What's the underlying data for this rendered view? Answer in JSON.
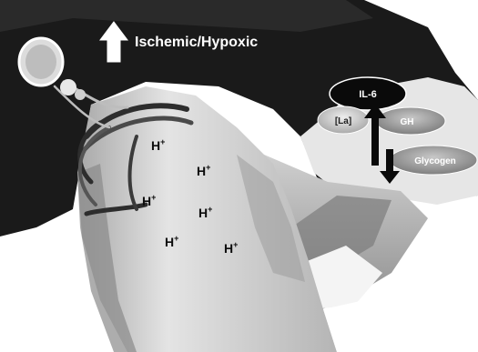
{
  "headline": {
    "text": "Ischemic/Hypoxic"
  },
  "ions": [
    {
      "base": "H",
      "charge": "+"
    },
    {
      "base": "H",
      "charge": "+"
    },
    {
      "base": "H",
      "charge": "+"
    },
    {
      "base": "H",
      "charge": "+"
    },
    {
      "base": "H",
      "charge": "+"
    },
    {
      "base": "H",
      "charge": "+"
    }
  ],
  "markers": {
    "il6": "IL-6",
    "la": "[La]",
    "gh": "GH",
    "glycogen": "Glycogen"
  },
  "colors": {
    "background": "#ffffff",
    "dark_area": "#1a1a1a",
    "skin_light": "#e0e0e0",
    "skin_shadow": "#9a9a9a",
    "bubble_light": "#d8d8d8",
    "bubble_dark": "#0a0a0a"
  }
}
